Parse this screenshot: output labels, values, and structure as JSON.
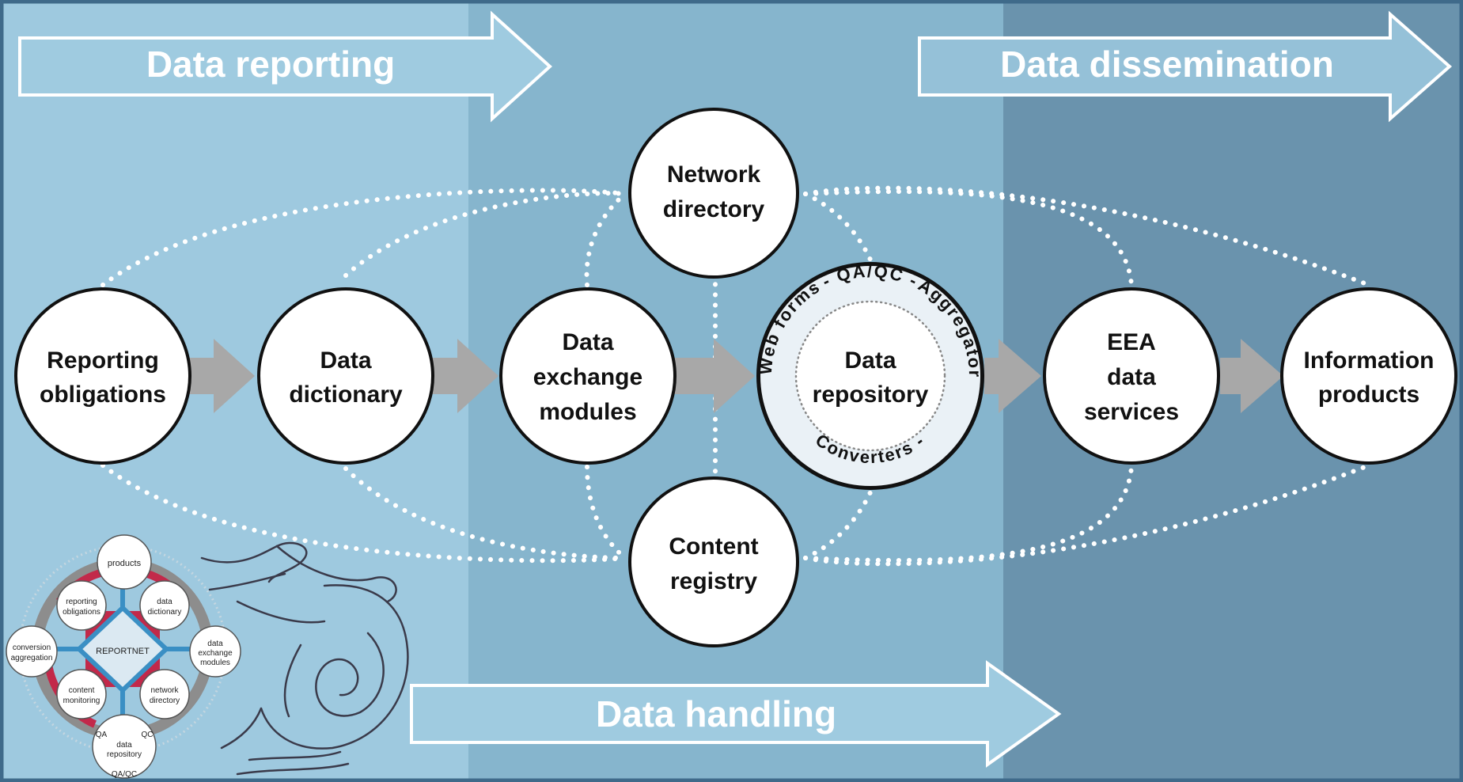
{
  "colors": {
    "panel_left": "#9ec9df",
    "panel_mid": "#86b5cd",
    "panel_right": "#6a93ad",
    "border": "#3f6a8a",
    "flow_arrow": "#a8a8a8",
    "dots": "#ffffff",
    "repo_ring": "#eaf1f6"
  },
  "banners": {
    "reporting": "Data reporting",
    "dissemination": "Data dissemination",
    "handling": "Data handling"
  },
  "nodes": {
    "reporting_obligations": [
      "Reporting",
      "obligations"
    ],
    "data_dictionary": [
      "Data",
      "dictionary"
    ],
    "data_exchange_modules": [
      "Data",
      "exchange",
      "modules"
    ],
    "network_directory": [
      "Network",
      "directory"
    ],
    "content_registry": [
      "Content",
      "registry"
    ],
    "data_repository": [
      "Data",
      "repository"
    ],
    "eea_data_services": [
      "EEA",
      "data",
      "services"
    ],
    "information_products": [
      "Information",
      "products"
    ]
  },
  "repository_ring": {
    "top": "- - QA/QC - -",
    "left": "Web forms",
    "right": "Aggregators",
    "bottom": "Converters -"
  },
  "mini_diagram": {
    "center": "REPORTNET",
    "products": "products",
    "reporting_obligations": [
      "reporting",
      "obligations"
    ],
    "data_dictionary": [
      "data",
      "dictionary"
    ],
    "data_exchange_modules": [
      "data",
      "exchange",
      "modules"
    ],
    "conversion_aggregation": [
      "conversion",
      "aggregation"
    ],
    "content_monitoring": [
      "content",
      "monitoring"
    ],
    "network_directory": [
      "network",
      "directory"
    ],
    "data_repository": [
      "data",
      "repository"
    ],
    "qa": "QA",
    "qc": "QC",
    "qaqc": "QA/QC"
  }
}
